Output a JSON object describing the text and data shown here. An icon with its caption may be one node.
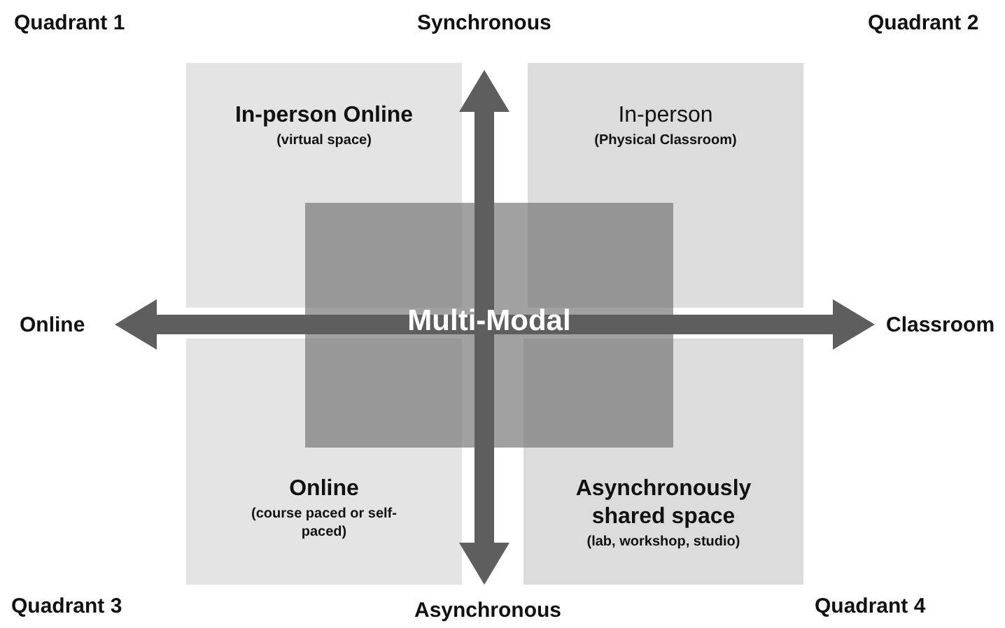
{
  "diagram": {
    "nodes": [
      {
        "text": [
          "In-person Online",
          "(virtual space)"
        ]
      },
      {
        "text": [
          "In-person",
          "(Physical Classroom)"
        ]
      },
      {
        "text": [
          "Online",
          "(course paced or self-paced)"
        ]
      },
      {
        "text": [
          "Asynchronously shared space",
          "(lab, workshop, studio)"
        ]
      },
      {
        "text": [
          "Multi-Modal"
        ]
      }
    ],
    "edges": [],
    "labels": [
      "Quadrant 1",
      "Synchronous",
      "Quadrant 2",
      "Online",
      "Classroom",
      "Quadrant 3",
      "Asynchronous",
      "Quadrant 4"
    ]
  }
}
